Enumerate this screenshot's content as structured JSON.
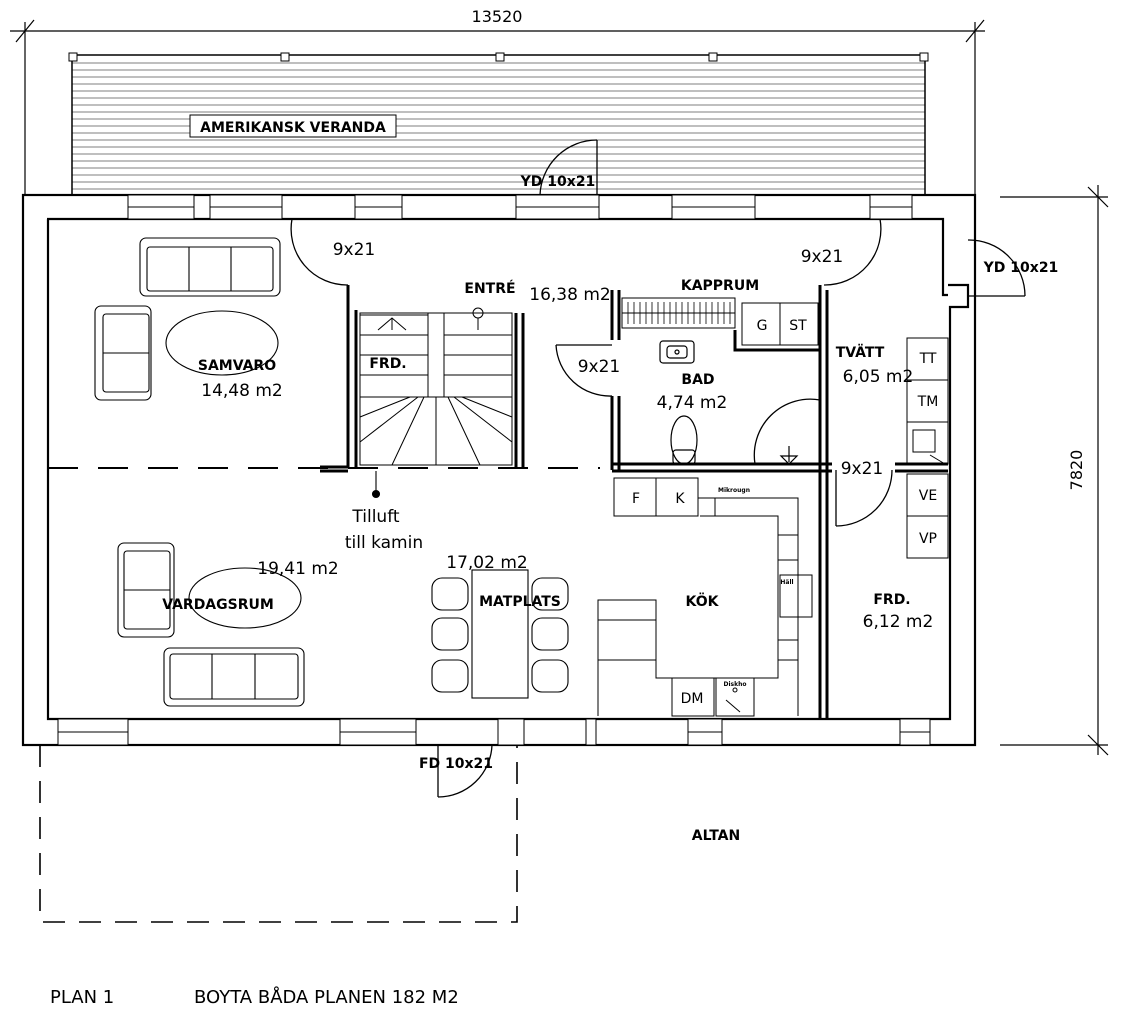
{
  "dimensions": {
    "width": "13520",
    "height": "7820"
  },
  "rooms": {
    "veranda": "AMERIKANSK VERANDA",
    "entre": "ENTRÉ",
    "entre_area": "16,38 m2",
    "kapprum": "KAPPRUM",
    "samvaro": "SAMVARO",
    "samvaro_area": "14,48 m2",
    "frd1": "FRD.",
    "bad": "BAD",
    "bad_area": "4,74 m2",
    "tvatt": "TVÄTT",
    "tvatt_area": "6,05 m2",
    "vardagsrum": "VARDAGSRUM",
    "vardagsrum_area": "19,41 m2",
    "matplats": "MATPLATS",
    "matplats_area": "17,02 m2",
    "kok": "KÖK",
    "frd2": "FRD.",
    "frd2_area": "6,12 m2",
    "altan": "ALTAN"
  },
  "doors": {
    "yd_top": "YD 10x21",
    "yd_right": "YD 10x21",
    "fd_bottom": "FD 10x21",
    "d1": "9x21",
    "d2": "9x21",
    "d3": "9x21",
    "d4": "9x21"
  },
  "fixtures": {
    "g": "G",
    "st": "ST",
    "tt": "TT",
    "tm": "TM",
    "ve": "VE",
    "vp": "VP",
    "f": "F",
    "k": "K",
    "dm": "DM",
    "mikrougn": "Mikrougn",
    "hall": "Häll",
    "diskho": "Diskho"
  },
  "notes": {
    "tilluft_1": "Tilluft",
    "tilluft_2": "till kamin"
  },
  "footer": {
    "plan": "PLAN 1",
    "boyta": "BOYTA BÅDA PLANEN 182 M2"
  }
}
